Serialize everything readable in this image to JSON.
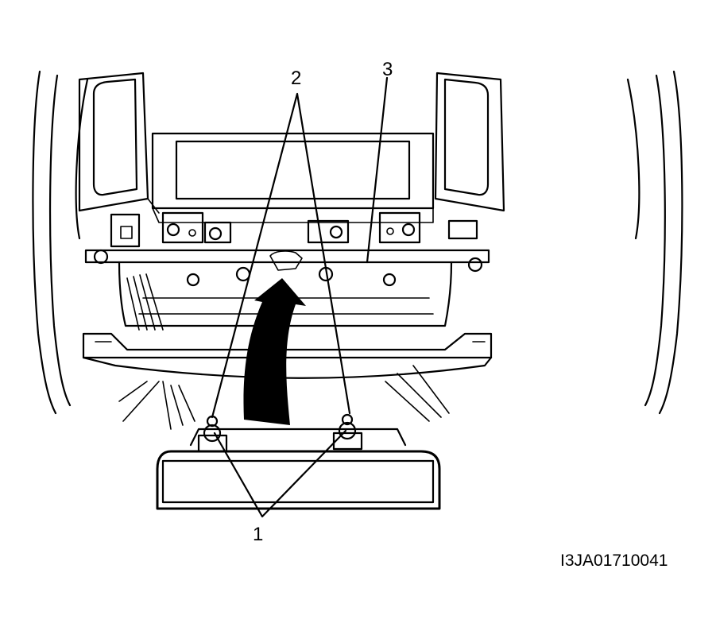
{
  "callouts": [
    {
      "id": "1",
      "label": "1"
    },
    {
      "id": "2",
      "label": "2"
    },
    {
      "id": "3",
      "label": "3"
    }
  ],
  "figure_code": "I3JA01710041"
}
